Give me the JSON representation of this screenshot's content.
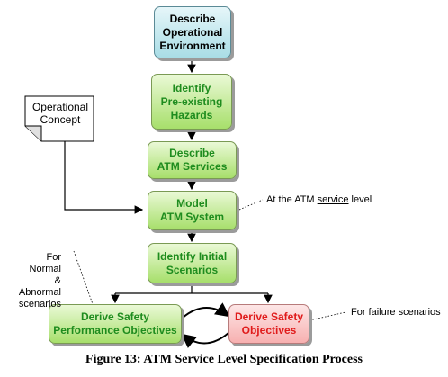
{
  "diagram": {
    "nodes": {
      "describe_env": "Describe\nOperational\nEnvironment",
      "identify_hazards": "Identify\nPre-existing\nHazards",
      "describe_services": "Describe\nATM Services",
      "model_system": "Model\nATM System",
      "identify_scenarios": "Identify Initial\nScenarios",
      "derive_performance": "Derive Safety\nPerformance Objectives",
      "derive_safety": "Derive Safety\nObjectives",
      "operational_concept": "Operational\nConcept"
    },
    "notes": {
      "service_level_prefix": "At the ATM ",
      "service_level_underlined": "service",
      "service_level_suffix": " level",
      "normal_abnormal": "For Normal\n& Abnormal\nscenarios",
      "failure": "For failure scenarios"
    },
    "caption": "Figure 13:  ATM Service Level Specification Process",
    "colors": {
      "green_box": "#a7df6b",
      "green_text": "#1e8c1e",
      "blue_box": "#a9dde6",
      "pink_box": "#f7b0b0",
      "red_text": "#e01b1b"
    }
  }
}
